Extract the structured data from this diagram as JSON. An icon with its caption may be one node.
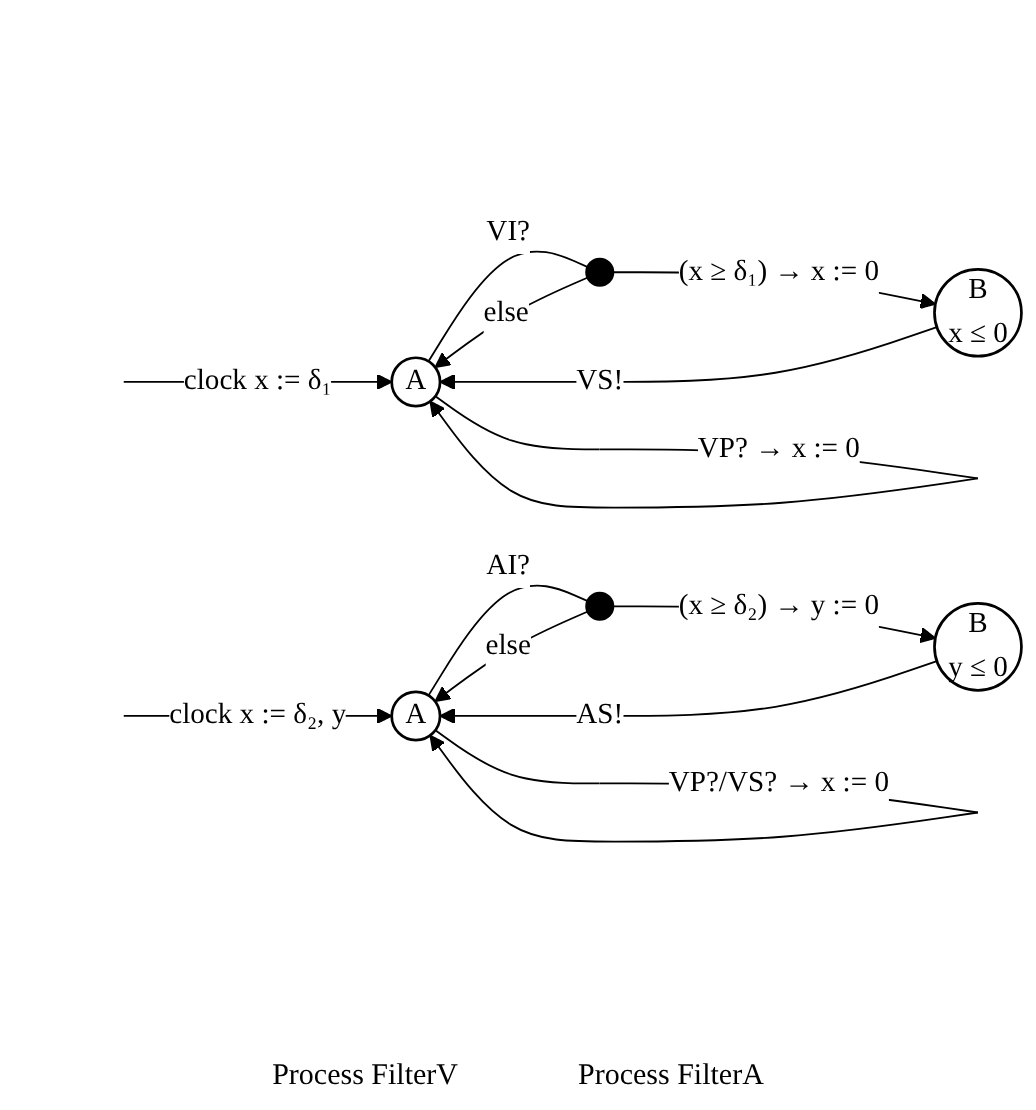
{
  "diagram": {
    "nodes": [
      {
        "text": [
          "A"
        ]
      },
      {
        "text": [
          "B",
          "x ≤ 0"
        ]
      },
      {
        "text": [],
        "shape": "circle"
      },
      {
        "text": [
          "A"
        ]
      },
      {
        "text": [
          "B",
          "y ≤ 0"
        ]
      },
      {
        "text": [],
        "shape": "circle"
      }
    ],
    "edges": [
      {
        "from": null,
        "to": 0,
        "arrow": "to",
        "label": "clock x := δ₁"
      },
      {
        "from": 0,
        "to": 2,
        "arrow": "none",
        "label": "VI?"
      },
      {
        "from": 2,
        "to": 1,
        "arrow": "to",
        "label": "(x ≥ δ₁) → x := 0"
      },
      {
        "from": 2,
        "to": 0,
        "arrow": "to",
        "label": "else"
      },
      {
        "from": 1,
        "to": 0,
        "arrow": "to",
        "label": "VS!"
      },
      {
        "from": 0,
        "to": 0,
        "arrow": "to",
        "label": "VP? → x := 0"
      },
      {
        "from": null,
        "to": 3,
        "arrow": "to",
        "label": "clock x := δ₂, y"
      },
      {
        "from": 3,
        "to": 5,
        "arrow": "none",
        "label": "AI?"
      },
      {
        "from": 5,
        "to": 4,
        "arrow": "to",
        "label": "(x ≥ δ₂) → y := 0"
      },
      {
        "from": 5,
        "to": 3,
        "arrow": "to",
        "label": "else"
      },
      {
        "from": 4,
        "to": 3,
        "arrow": "to",
        "label": "AS!"
      },
      {
        "from": 3,
        "to": 3,
        "arrow": "to",
        "label": "VP?/VS? → x := 0"
      }
    ],
    "labels": [
      "Process FilterV",
      "Process FilterA"
    ]
  }
}
